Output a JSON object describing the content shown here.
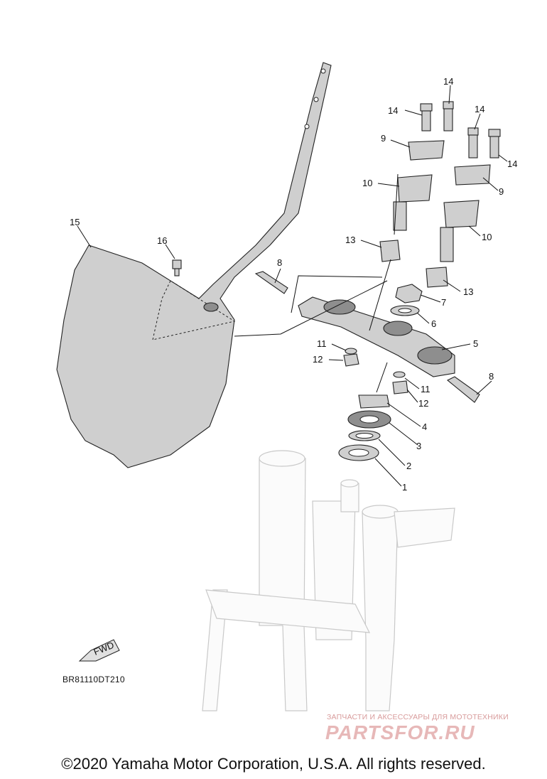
{
  "diagram": {
    "callouts": [
      {
        "id": "c14a",
        "label": "14"
      },
      {
        "id": "c14b",
        "label": "14"
      },
      {
        "id": "c14c",
        "label": "14"
      },
      {
        "id": "c14d",
        "label": "14"
      },
      {
        "id": "c9a",
        "label": "9"
      },
      {
        "id": "c9b",
        "label": "9"
      },
      {
        "id": "c10a",
        "label": "10"
      },
      {
        "id": "c10b",
        "label": "10"
      },
      {
        "id": "c15",
        "label": "15"
      },
      {
        "id": "c16",
        "label": "16"
      },
      {
        "id": "c13a",
        "label": "13"
      },
      {
        "id": "c13b",
        "label": "13"
      },
      {
        "id": "c8a",
        "label": "8"
      },
      {
        "id": "c8b",
        "label": "8"
      },
      {
        "id": "c7",
        "label": "7"
      },
      {
        "id": "c6",
        "label": "6"
      },
      {
        "id": "c5",
        "label": "5"
      },
      {
        "id": "c11a",
        "label": "11"
      },
      {
        "id": "c11b",
        "label": "11"
      },
      {
        "id": "c12a",
        "label": "12"
      },
      {
        "id": "c12b",
        "label": "12"
      },
      {
        "id": "c4",
        "label": "4"
      },
      {
        "id": "c3",
        "label": "3"
      },
      {
        "id": "c2",
        "label": "2"
      },
      {
        "id": "c1",
        "label": "1"
      }
    ],
    "fwd_label": "FWD",
    "diagram_code": "BR81110DT210"
  },
  "watermark": {
    "tagline": "ЗАПЧАСТИ И АКСЕССУАРЫ ДЛЯ МОТОТЕХНИКИ",
    "brand": "PARTSFOR.RU"
  },
  "footer": {
    "copyright": "©2020 Yamaha Motor Corporation, U.S.A. All rights reserved."
  },
  "colors": {
    "line": "#111111",
    "part_fill": "#cfcfcf",
    "watermark": "#e7b8b8"
  }
}
